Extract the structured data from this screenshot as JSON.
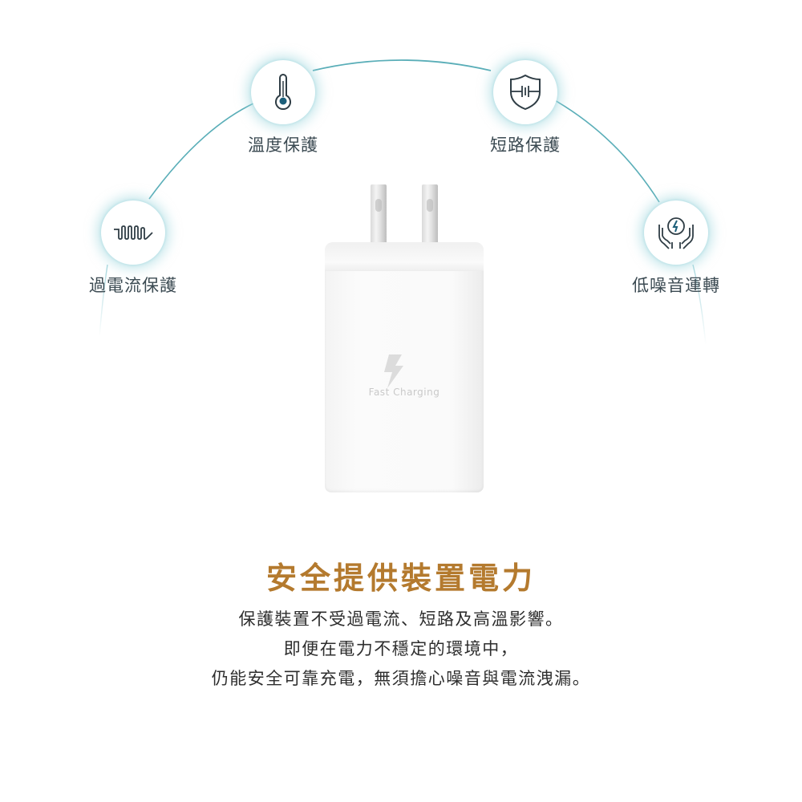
{
  "features": [
    {
      "id": "temperature",
      "label": "溫度保護",
      "icon": "thermometer-icon"
    },
    {
      "id": "short_circuit",
      "label": "短路保護",
      "icon": "shield-circuit-icon"
    },
    {
      "id": "overcurrent",
      "label": "過電流保護",
      "icon": "coil-wave-icon"
    },
    {
      "id": "low_noise",
      "label": "低噪音運轉",
      "icon": "hands-bolt-icon"
    }
  ],
  "product": {
    "name": "charger",
    "imprint": "Fast Charging",
    "imprint_icon": "lightning-bolt-icon"
  },
  "headline": "安全提供裝置電力",
  "description": [
    "保護裝置不受過電流、短路及高溫影響。",
    "即便在電力不穩定的環境中，",
    "仍能安全可靠充電，無須擔心噪音與電流洩漏。"
  ],
  "colors": {
    "accent_gold": "#b47a2e",
    "arc_teal": "#5aaeb8",
    "icon_dark": "#2f3d45",
    "icon_dot": "#1c5f7a",
    "text_dark": "#2e2e2e"
  }
}
